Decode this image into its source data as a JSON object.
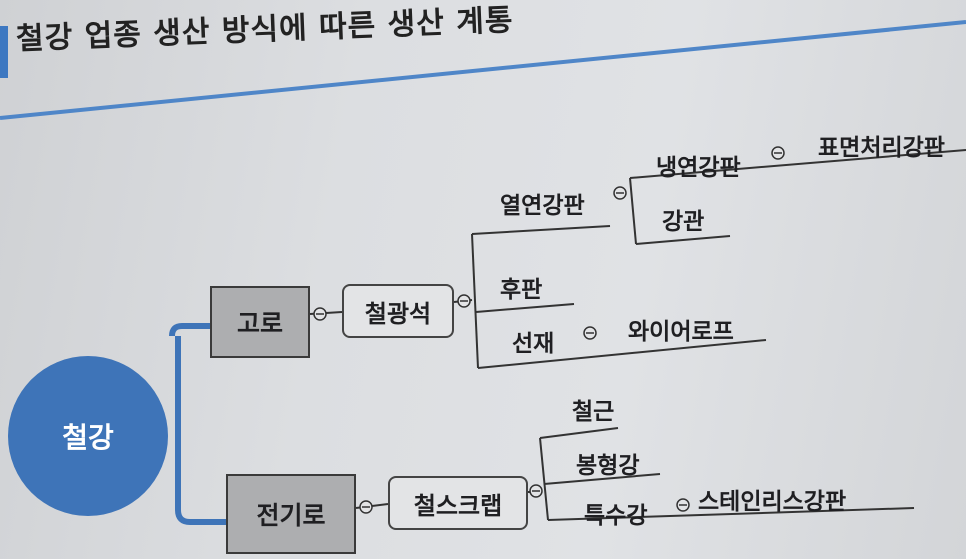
{
  "title": "철강 업종 생산 방식에 따른 생산 계통",
  "colors": {
    "accent": "#3d78c1",
    "root": "#3e74b8",
    "box": "#adaeb0"
  },
  "root": {
    "label": "철강"
  },
  "branches": [
    {
      "label": "고로",
      "material": "철광석",
      "products": [
        {
          "label": "열연강판",
          "subs": [
            {
              "label": "냉연강판",
              "next": "표면처리강판"
            },
            {
              "label": "강관"
            }
          ]
        },
        {
          "label": "후판"
        },
        {
          "label": "선재",
          "next": "와이어로프"
        }
      ]
    },
    {
      "label": "전기로",
      "material": "철스크랩",
      "products": [
        {
          "label": "철근"
        },
        {
          "label": "봉형강"
        },
        {
          "label": "특수강",
          "next": "스테인리스강판"
        }
      ]
    }
  ],
  "connector_symbol": "⊖"
}
